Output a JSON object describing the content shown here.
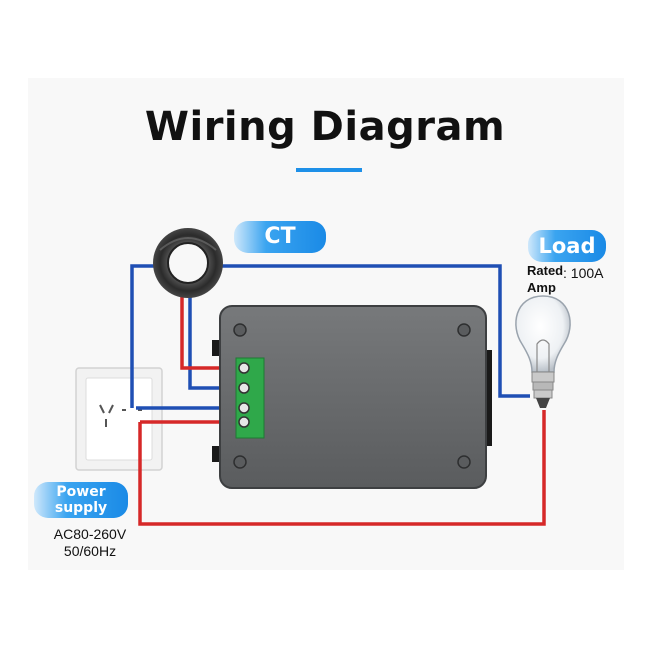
{
  "title": "Wiring Diagram",
  "labels": {
    "ct": "CT",
    "load": "Load",
    "rated_label_line1": "Rated",
    "rated_label_line2": "Amp",
    "rated_value": ": 100A",
    "power_line1": "Power",
    "power_line2": "supply",
    "spec_line1": "AC80-260V",
    "spec_line2": "50/60Hz"
  },
  "colors": {
    "title_underline": "#1e90e8",
    "pill_blue": "#1a8ae6",
    "wire_blue": "#1f4fb4",
    "wire_red": "#d62828",
    "meter_body": "#6a6c6e",
    "terminal_green": "#2fa84a"
  },
  "icons": [
    "ct-coil-icon",
    "bulb-icon",
    "outlet-icon",
    "meter-device-icon"
  ]
}
